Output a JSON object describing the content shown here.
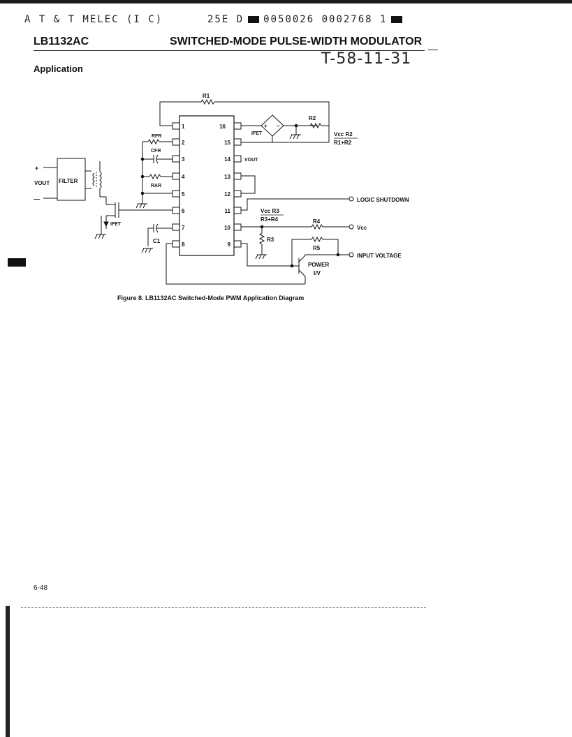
{
  "header": {
    "left_code": "A T & T MELEC (I C)",
    "right_code_a": "25E D",
    "right_code_b": "0050026 0002768 1",
    "part_number": "LB1132AC",
    "title": "SWITCHED-MODE PULSE-WIDTH MODULATOR",
    "handwritten": "T-58-11-31",
    "handwritten_dash": "—"
  },
  "section": {
    "title": "Application"
  },
  "diagram": {
    "pins_left": [
      "1",
      "2",
      "3",
      "4",
      "5",
      "6",
      "7",
      "8"
    ],
    "pins_right": [
      "16",
      "15",
      "14",
      "13",
      "12",
      "11",
      "10",
      "9"
    ],
    "labels": {
      "r1": "R1",
      "r2": "R2",
      "ifet_top": "IFET",
      "vcc_r2": "Vcc R2",
      "r1_r2": "R1+R2",
      "rfr": "RFR",
      "cfr": "CFR",
      "vout_pin": "VOUT",
      "rar": "RAR",
      "logic_shutdown": "LOGIC SHUTDOWN",
      "vcc_r3": "Vcc R3",
      "r3_r4": "R3+R4",
      "r4": "R4",
      "vcc": "Vcc",
      "r3": "R3",
      "r5": "R5",
      "input_voltage": "INPUT VOLTAGE",
      "power": "POWER",
      "iv": "I/V",
      "c1": "C1",
      "ifet_left": "IFET",
      "vout_left": "VOUT",
      "filter": "FILTER",
      "plus": "+",
      "minus": "—",
      "amp_plus": "+",
      "amp_minus": "−"
    }
  },
  "caption": "Figure 8. LB1132AC Switched-Mode PWM Application Diagram",
  "footer": {
    "page_number": "6-48"
  }
}
